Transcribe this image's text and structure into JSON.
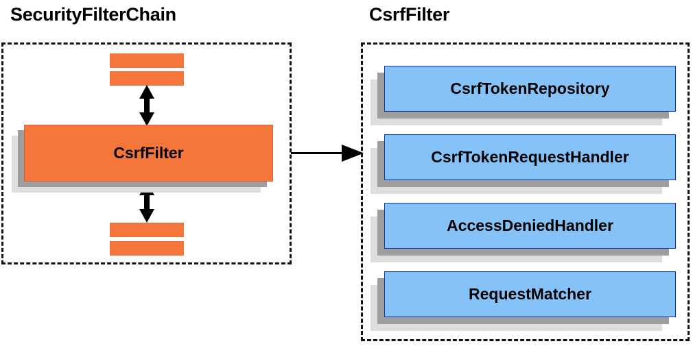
{
  "diagram": {
    "title_left": "SecurityFilterChain",
    "title_right": "CsrfFilter",
    "colors": {
      "orange": "#F4763B",
      "blue": "#85C2F7",
      "blue_border": "#1231A0",
      "shadow_dark": "#9E9E9E",
      "shadow_light": "#DEDEDE",
      "dashed_border": "#111111",
      "text": "#000000"
    }
  },
  "left_panel": {
    "title": "SecurityFilterChain",
    "main_box": {
      "label": "CsrfFilter"
    },
    "top_bars": [
      {
        "label": ""
      },
      {
        "label": ""
      }
    ],
    "bottom_bars": [
      {
        "label": ""
      },
      {
        "label": ""
      }
    ],
    "connector_arrows": [
      {
        "name": "top-double-arrow",
        "direction": "vertical-bidirectional"
      },
      {
        "name": "bottom-double-arrow",
        "direction": "vertical-bidirectional"
      }
    ]
  },
  "right_panel": {
    "title": "CsrfFilter",
    "collaborators": [
      {
        "label": "CsrfTokenRepository"
      },
      {
        "label": "CsrfTokenRequestHandler"
      },
      {
        "label": "AccessDeniedHandler"
      },
      {
        "label": "RequestMatcher"
      }
    ]
  },
  "cross_panel_arrow": {
    "name": "csrffilter-expands-to-arrow",
    "direction": "left-to-right"
  }
}
